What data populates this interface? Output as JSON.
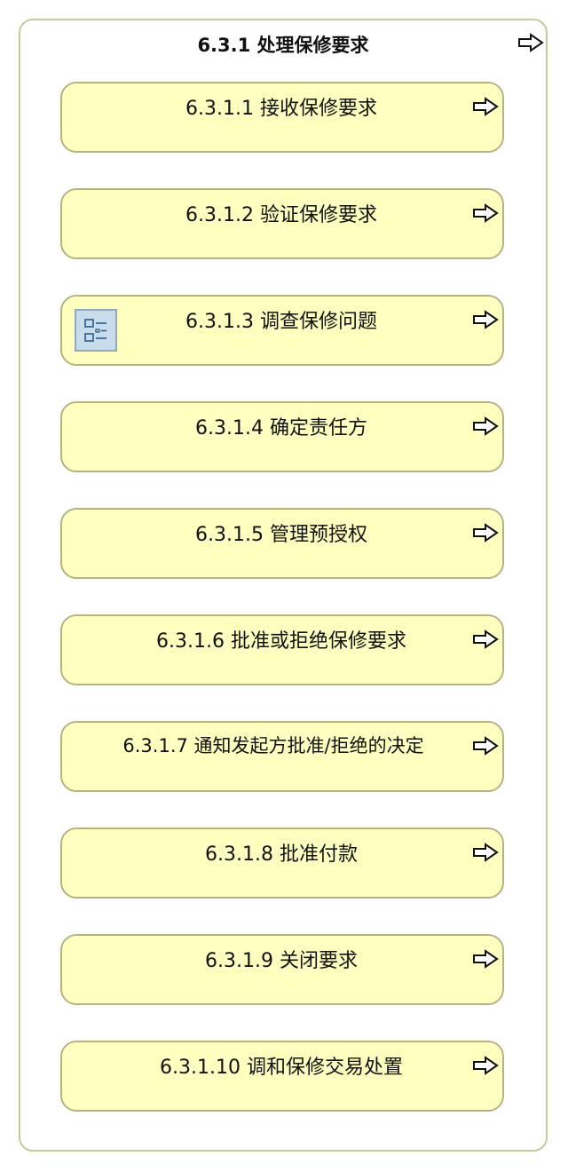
{
  "diagram": {
    "title": "6.3.1 处理保修要求",
    "processes": [
      {
        "label": "6.3.1.1 接收保修要求"
      },
      {
        "label": "6.3.1.2 验证保修要求"
      },
      {
        "label": "6.3.1.3 调查保修问题",
        "has_detail_icon": true
      },
      {
        "label": "6.3.1.4 确定责任方"
      },
      {
        "label": "6.3.1.5 管理预授权"
      },
      {
        "label": "6.3.1.6 批准或拒绝保修要求"
      },
      {
        "label": "6.3.1.7 通知发起方批准/拒绝的决定"
      },
      {
        "label": "6.3.1.8 批准付款"
      },
      {
        "label": "6.3.1.9 关闭要求"
      },
      {
        "label": "6.3.1.10 调和保修交易处置"
      }
    ]
  },
  "colors": {
    "process_fill": "#ffffc0",
    "process_border": "#b4b482",
    "container_border": "#c8c89a",
    "detail_icon_fill": "#c8dceb"
  },
  "icons": {
    "navigate": "arrow-right-outline-icon",
    "detail": "subprocess-detail-icon"
  }
}
